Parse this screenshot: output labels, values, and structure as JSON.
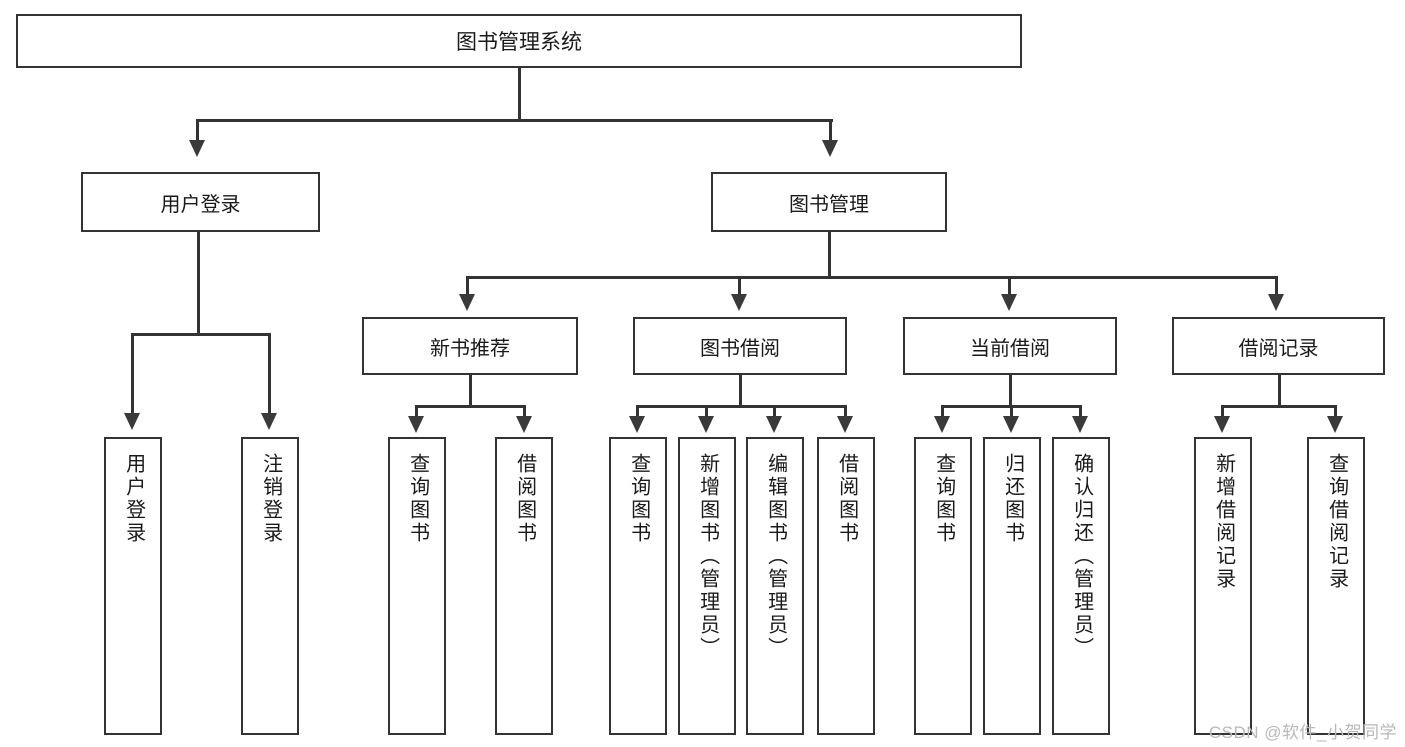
{
  "diagram": {
    "title": "图书管理系统",
    "root": {
      "label": "图书管理系统"
    },
    "level2": [
      {
        "label": "用户登录"
      },
      {
        "label": "图书管理"
      }
    ],
    "level3": [
      {
        "label": "新书推荐"
      },
      {
        "label": "图书借阅"
      },
      {
        "label": "当前借阅"
      },
      {
        "label": "借阅记录"
      }
    ],
    "leaves": {
      "user_login": [
        {
          "label": "用户登录"
        },
        {
          "label": "注销登录"
        }
      ],
      "new_book_recommend": [
        {
          "label": "查询图书"
        },
        {
          "label": "借阅图书"
        }
      ],
      "book_borrow": [
        {
          "label": "查询图书"
        },
        {
          "label": "新增图书（管理员）"
        },
        {
          "label": "编辑图书（管理员）"
        },
        {
          "label": "借阅图书"
        }
      ],
      "current_borrow": [
        {
          "label": "查询图书"
        },
        {
          "label": "归还图书"
        },
        {
          "label": "确认归还（管理员）"
        }
      ],
      "borrow_record": [
        {
          "label": "新增借阅记录"
        },
        {
          "label": "查询借阅记录"
        }
      ]
    }
  },
  "watermark": {
    "text": "CSDN @软件_小贺同学"
  },
  "colors": {
    "stroke": "#333333",
    "text": "#1a1a1a",
    "background": "#ffffff",
    "watermark": "#b8b8b8"
  }
}
